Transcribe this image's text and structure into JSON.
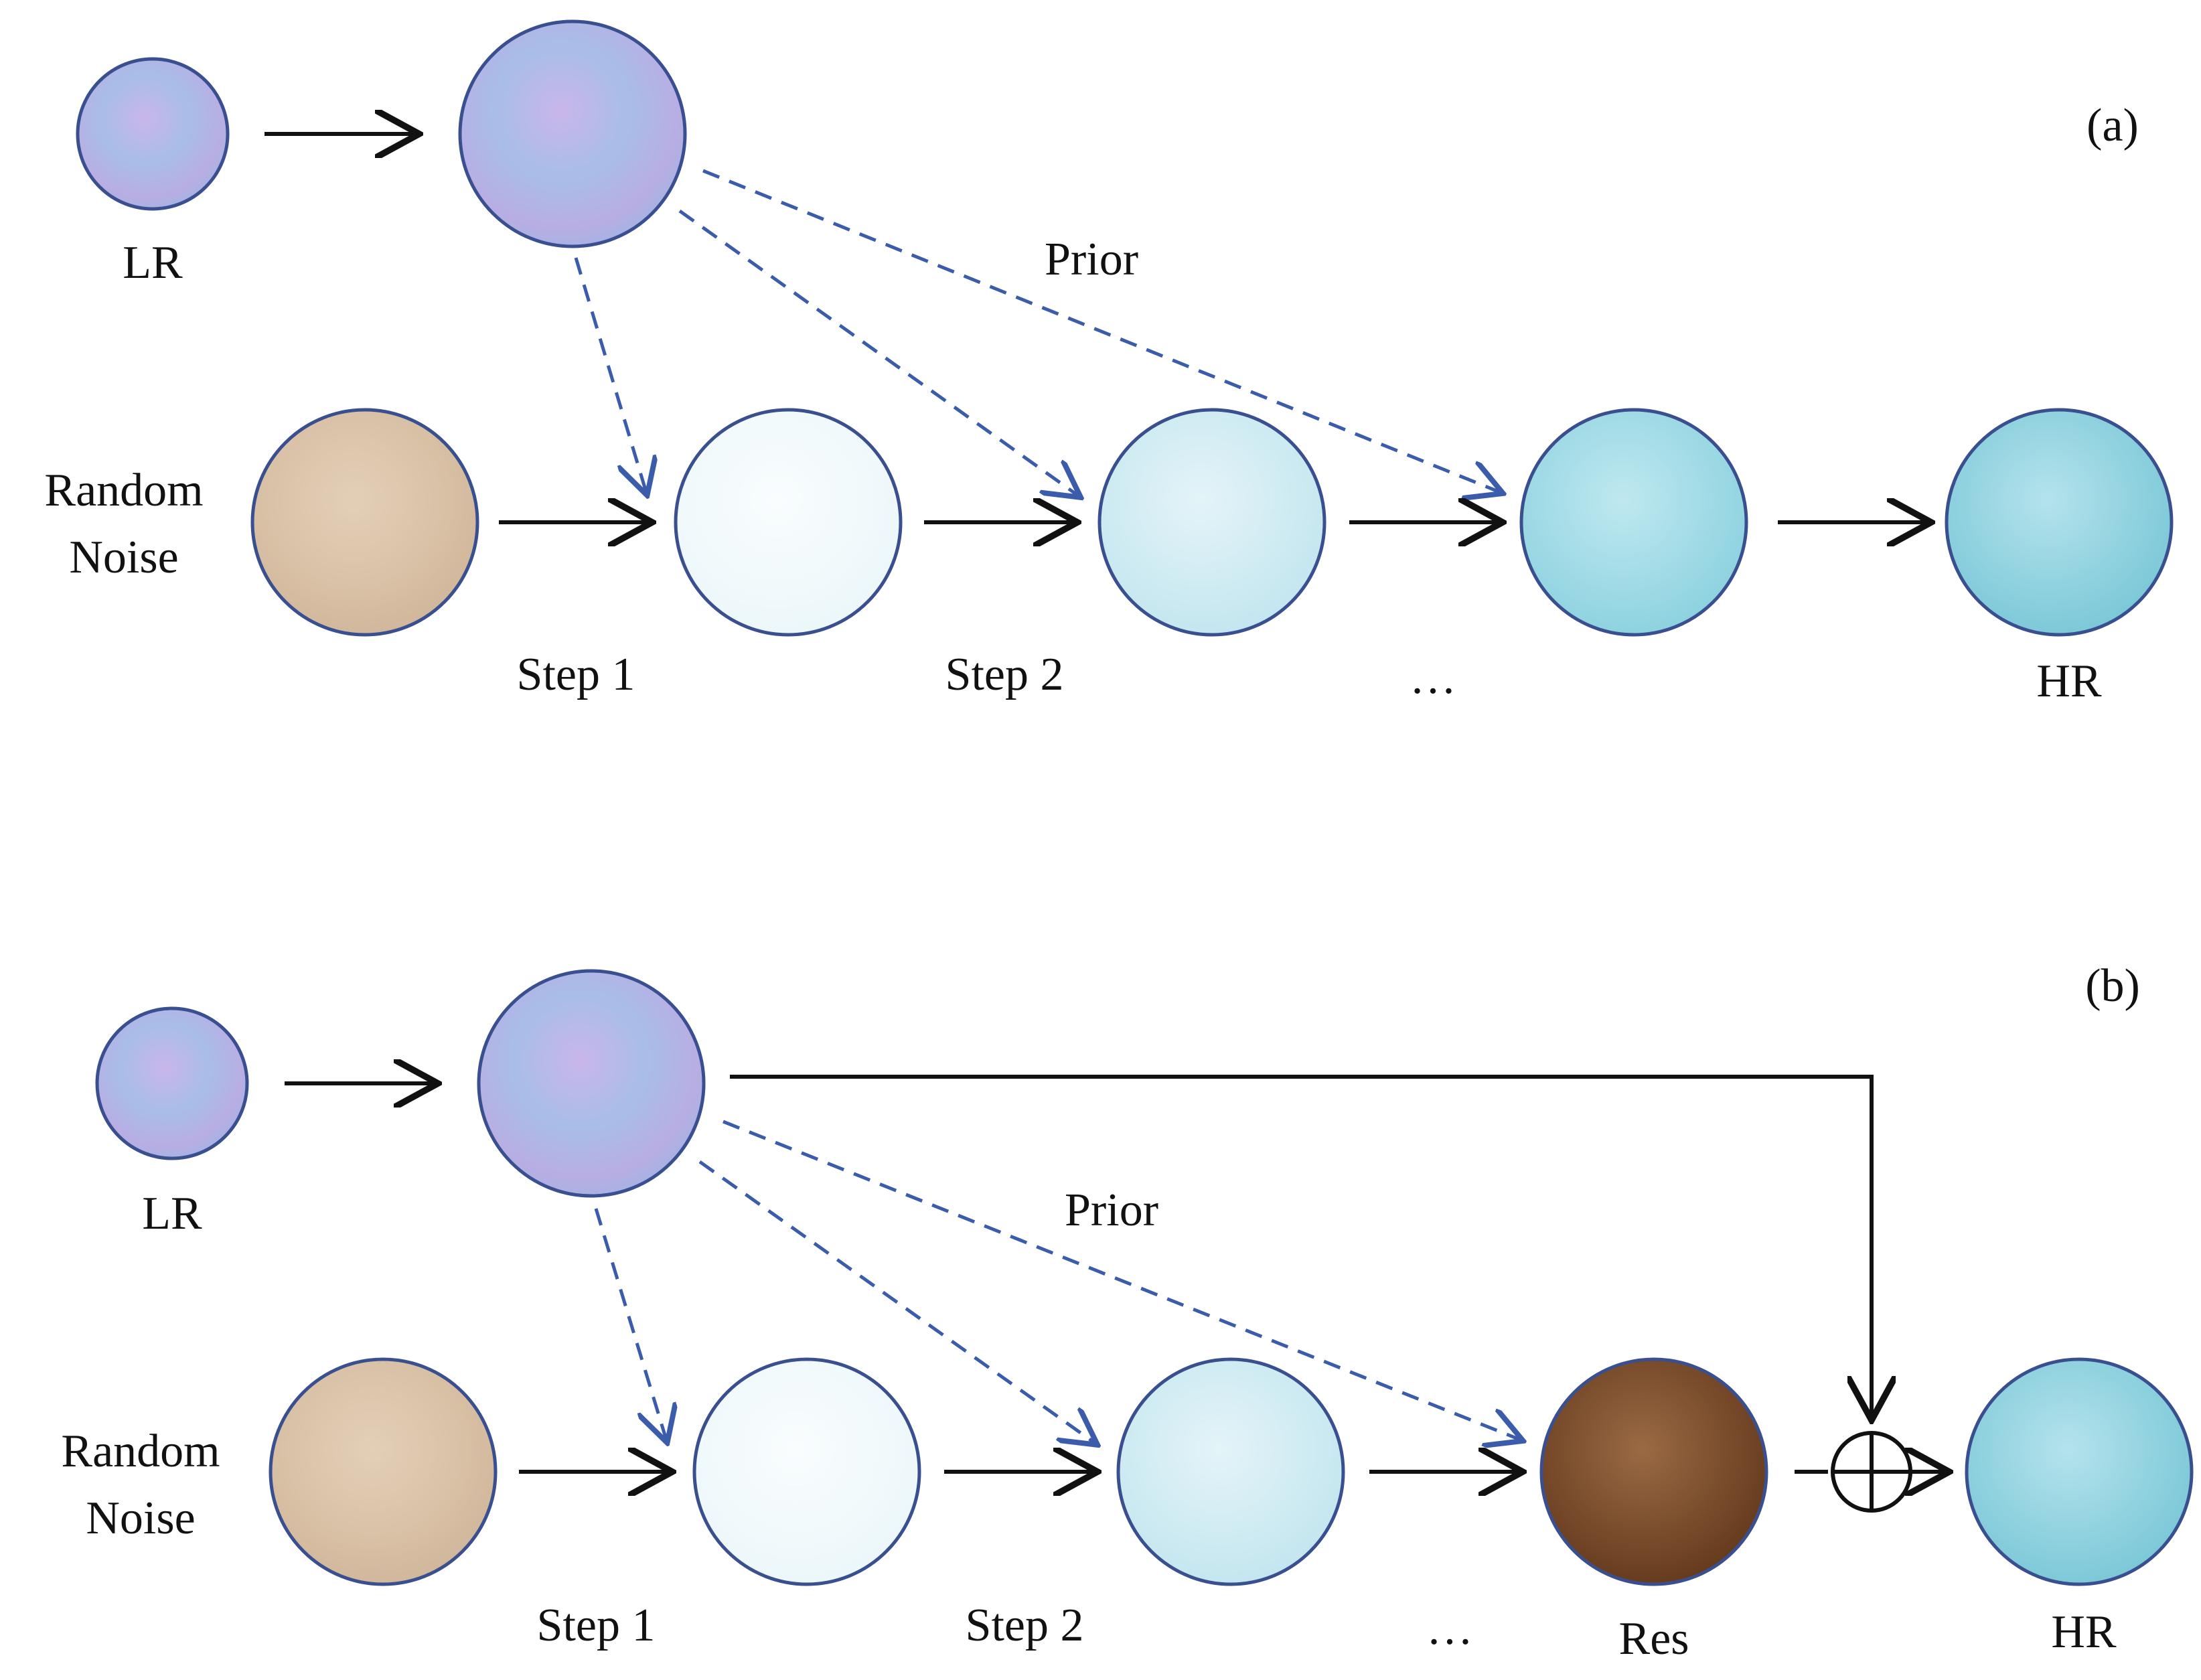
{
  "panel_a": {
    "tag": "(a)",
    "lr_label": "LR",
    "noise_label_line1": "Random",
    "noise_label_line2": "Noise",
    "prior_label": "Prior",
    "step1_label": "Step 1",
    "step2_label": "Step 2",
    "ellipsis": "…",
    "hr_label": "HR"
  },
  "panel_b": {
    "tag": "(b)",
    "lr_label": "LR",
    "noise_label_line1": "Random",
    "noise_label_line2": "Noise",
    "prior_label": "Prior",
    "step1_label": "Step 1",
    "step2_label": "Step 2",
    "ellipsis": "…",
    "res_label": "Res",
    "hr_label": "HR"
  },
  "colors": {
    "lr_texture": "#b9b3e6",
    "noise_texture": "#dcc5ab",
    "step1_fill": "#f2fafc",
    "step2_fill": "#d2ecf3",
    "step3_fill": "#9fdbe6",
    "hr_fill": "#8fd2df",
    "res_fill": "#7a4a2a",
    "circle_border": "#3a4f8f",
    "prior_arrow": "#3a5cab"
  }
}
